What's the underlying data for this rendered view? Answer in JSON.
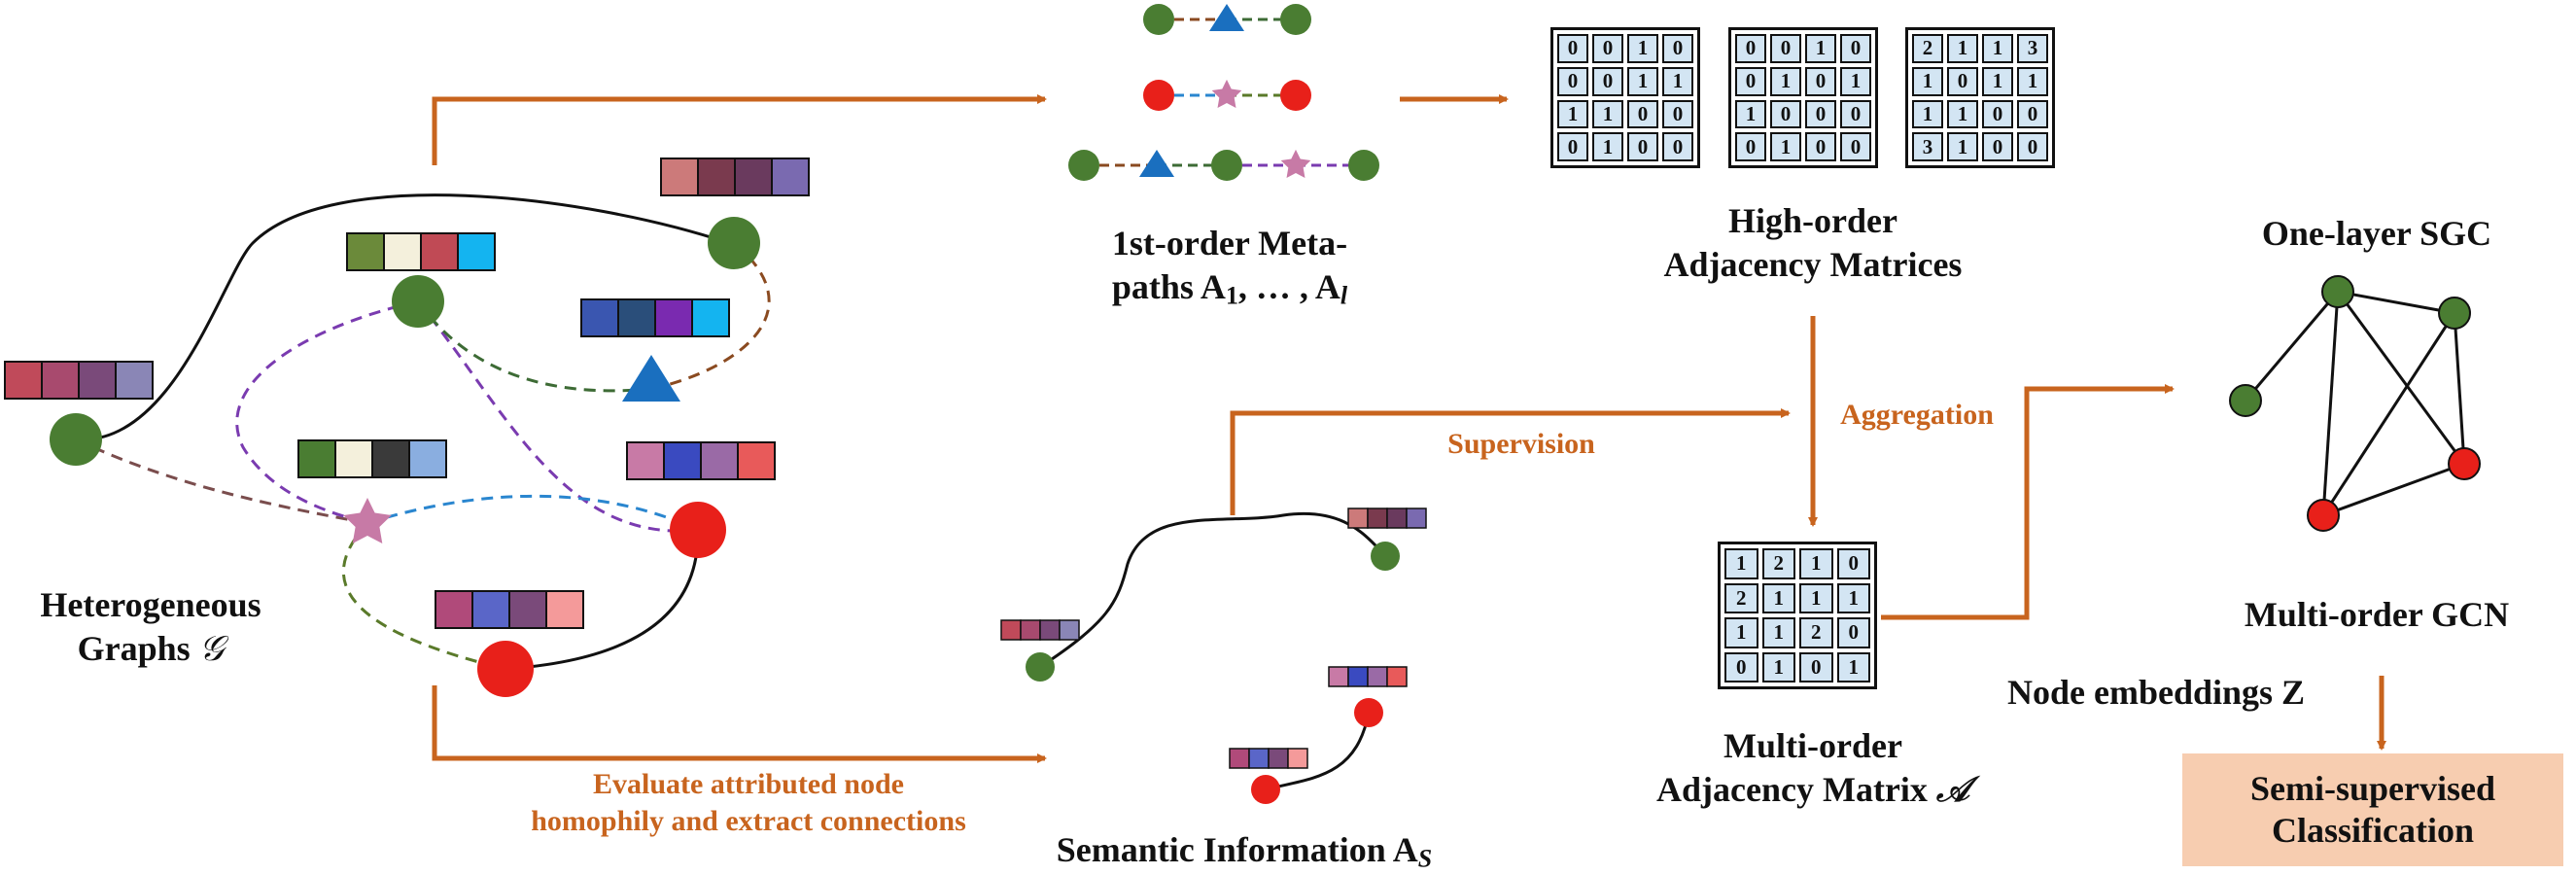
{
  "labels": {
    "hetero_line1": "Heterogeneous",
    "hetero_line2": "Graphs",
    "hetero_symbol": "𝒢",
    "metapaths_line1": "1st-order Meta-",
    "metapaths_line2": "paths A",
    "metapaths_sub1": "1",
    "metapaths_mid": ", … , A",
    "metapaths_subl": "l",
    "highorder_line1": "High-order",
    "highorder_line2": "Adjacency Matrices",
    "semantic_main": "Semantic Information A",
    "semantic_sub": "S",
    "multiorder_adj_line1": "Multi-order",
    "multiorder_adj_line2": "Adjacency Matrix",
    "multiorder_adj_symbol": "𝒜",
    "sgc_title": "One-layer SGC",
    "multiorder_gcn": "Multi-order GCN",
    "node_embeddings": "Node embeddings Z",
    "classification_line1": "Semi-supervised",
    "classification_line2": "Classification",
    "supervision": "Supervision",
    "aggregation": "Aggregation",
    "evaluate_line1": "Evaluate attributed node",
    "evaluate_line2": "homophily and extract connections"
  },
  "matrices": {
    "high_order": [
      [
        [
          "0",
          "0",
          "1",
          "0"
        ],
        [
          "0",
          "0",
          "1",
          "1"
        ],
        [
          "1",
          "1",
          "0",
          "0"
        ],
        [
          "0",
          "1",
          "0",
          "0"
        ]
      ],
      [
        [
          "0",
          "0",
          "1",
          "0"
        ],
        [
          "0",
          "1",
          "0",
          "1"
        ],
        [
          "1",
          "0",
          "0",
          "0"
        ],
        [
          "0",
          "1",
          "0",
          "0"
        ]
      ],
      [
        [
          "2",
          "1",
          "1",
          "3"
        ],
        [
          "1",
          "0",
          "1",
          "1"
        ],
        [
          "1",
          "1",
          "0",
          "0"
        ],
        [
          "3",
          "1",
          "0",
          "0"
        ]
      ]
    ],
    "multi_order": [
      [
        "1",
        "2",
        "1",
        "0"
      ],
      [
        "2",
        "1",
        "1",
        "1"
      ],
      [
        "1",
        "1",
        "2",
        "0"
      ],
      [
        "0",
        "1",
        "0",
        "1"
      ]
    ]
  },
  "colors": {
    "arrow": "#c8641e",
    "green_node": "#4a7d32",
    "red_node": "#e8201a",
    "blue_triangle": "#1a6fbf",
    "pink_star": "#c77aa6",
    "matrix_cell": "#d3e5f3",
    "classification_bg": "#f7cdb0"
  }
}
